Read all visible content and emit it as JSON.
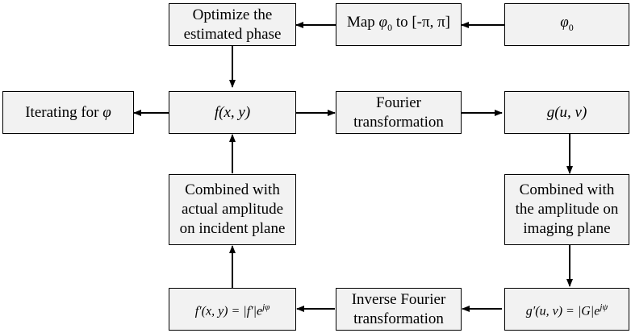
{
  "nodes": {
    "optimize": {
      "line1": "Optimize the",
      "line2": "estimated phase"
    },
    "map": {
      "prefix": "Map ",
      "symbol": "φ",
      "subscript": "0",
      "suffix": " to [-π, π]"
    },
    "phi0": {
      "symbol": "φ",
      "subscript": "0"
    },
    "iterating": {
      "text": "Iterating for ",
      "symbol": "φ"
    },
    "fxy": {
      "fn": "f",
      "args": "(x, y)"
    },
    "fourier": {
      "line1": "Fourier",
      "line2": "transformation"
    },
    "guv": {
      "fn": "g",
      "args": "(u, v)"
    },
    "combined_actual": {
      "line1": "Combined with",
      "line2": "actual amplitude",
      "line3": "on incident plane"
    },
    "combined_imaging": {
      "line1": "Combined with",
      "line2": "the amplitude on",
      "line3": "imaging plane"
    },
    "fprime": {
      "lhs": "f′(x, y) = ",
      "mag": "|f′|",
      "base": "e",
      "exp": "jφ"
    },
    "inverse": {
      "line1": "Inverse Fourier",
      "line2": "transformation"
    },
    "gprime": {
      "lhs": "g′(u, v) = ",
      "mag": "|G|",
      "base": "e",
      "exp": "jψ"
    }
  }
}
